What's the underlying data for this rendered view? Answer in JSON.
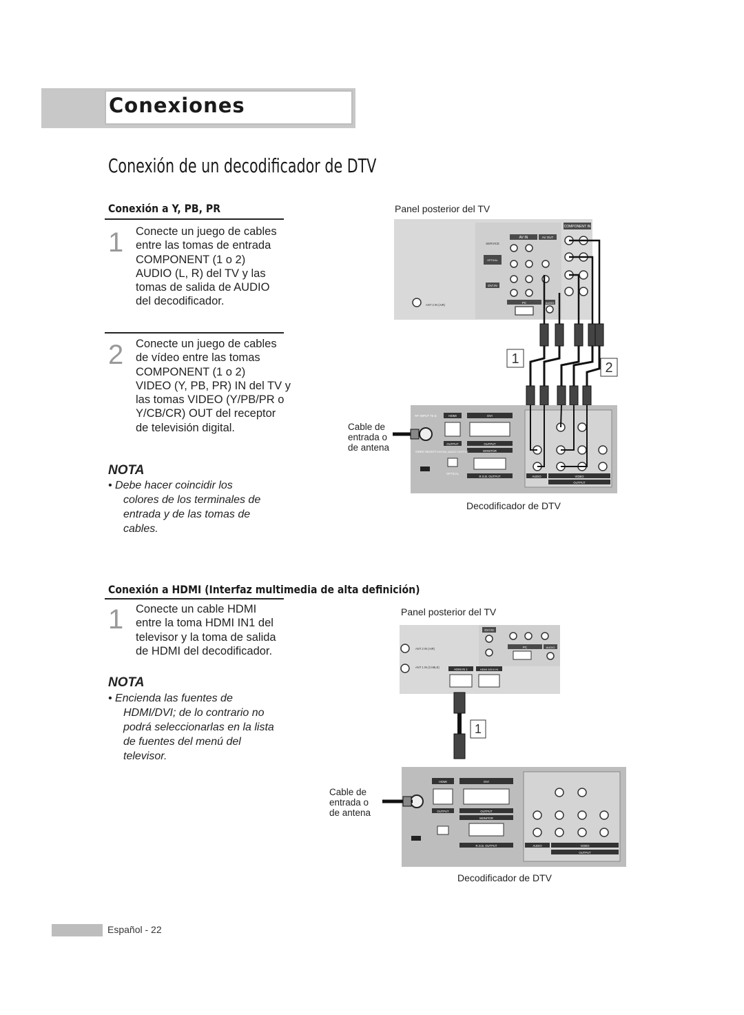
{
  "header": {
    "section_title": "Conexiones"
  },
  "page_title": "Conexión de un decodificador de DTV",
  "section1": {
    "title": "Conexión a Y, PB, PR",
    "steps": [
      {
        "num": "1",
        "text": [
          "Conecte un juego de cables",
          "entre las tomas de entrada",
          "COMPONENT (1 o 2)",
          "AUDIO (L, R) del TV y las",
          "tomas de salida de AUDIO",
          "del decodificador."
        ]
      },
      {
        "num": "2",
        "text": [
          "Conecte un juego de cables",
          "de vídeo entre las tomas",
          "COMPONENT (1 o 2)",
          "VIDEO (Y, PB, PR) IN del TV y",
          "las tomas VIDEO (Y/PB/PR o",
          "Y/CB/CR) OUT del receptor",
          "de televisión digital."
        ]
      }
    ],
    "note_heading": "NOTA",
    "note": [
      "•  Debe hacer coincidir los",
      "colores de los terminales de",
      "entrada y de las tomas de",
      "cables."
    ],
    "diagram": {
      "tv_caption": "Panel posterior del TV",
      "antenna_caption": [
        "Cable de",
        "entrada o",
        "de antena"
      ],
      "decoder_caption": "Decodificador de DTV",
      "callouts": [
        "1",
        "2"
      ],
      "tv_labels": {
        "component_in": "COMPONENT IN",
        "av_in": "AV IN",
        "av_out": "AV OUT",
        "service": "SERVICE",
        "digital_audio": "DIGITAL AUDIO (OPTICAL)",
        "dvi_in": "DVI IN",
        "pc": "PC",
        "audio": "AUDIO",
        "ant2": "ANT 2 IN (AIR)"
      },
      "decoder_labels": {
        "rf_input": "RF INPUT 75 Ω",
        "hdmi": "HDMI",
        "dvi": "DVI",
        "output": "OUTPUT",
        "monitor": "MONITOR",
        "video_select": "VIDEO SELECT",
        "digital_audio_output": "DIGITAL AUDIO OUTPUT",
        "optical": "OPTICAL",
        "rgb_output": "R.G.B. OUTPUT",
        "audio": "AUDIO",
        "video": "VIDEO"
      }
    }
  },
  "section2": {
    "title": "Conexión a HDMI (Interfaz multimedia de alta definición)",
    "steps": [
      {
        "num": "1",
        "text": [
          "Conecte un cable HDMI",
          "entre la toma HDMI IN1 del",
          "televisor y la toma de salida",
          "de HDMI del decodificador."
        ]
      }
    ],
    "note_heading": "NOTA",
    "note": [
      "•  Encienda las fuentes de",
      "HDMI/DVI; de lo contrario no",
      "podrá seleccionarlas en la lista",
      "de fuentes del menú del",
      "televisor."
    ],
    "diagram": {
      "tv_caption": "Panel posterior del TV",
      "antenna_caption": [
        "Cable de",
        "entrada o",
        "de antena"
      ],
      "decoder_caption": "Decodificador de DTV",
      "callouts": [
        "1"
      ],
      "tv_labels": {
        "hdmi_in1": "HDMI IN 1",
        "hdmi2": "HDMI 2/DVI IN",
        "ant1": "ANT 1 IN (CABLE)",
        "ant2": "ANT 2 IN (AIR)",
        "dvi_in": "DVI IN",
        "pc": "PC",
        "audio": "AUDIO"
      }
    }
  },
  "footer": {
    "page_label": "Español - 22"
  }
}
